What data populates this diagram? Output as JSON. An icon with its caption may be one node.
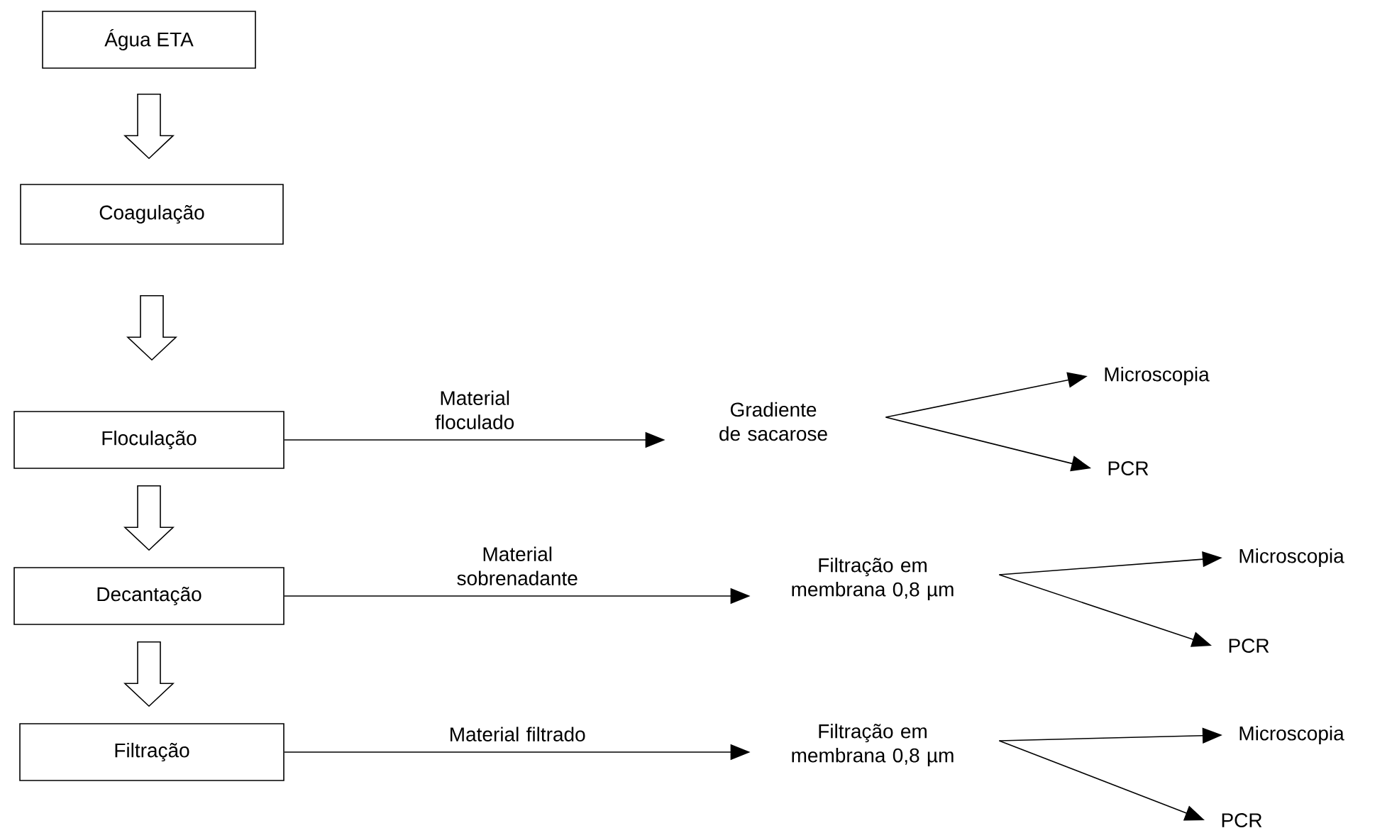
{
  "diagram": {
    "nodes": [
      {
        "text": [
          "Água ETA"
        ]
      },
      {
        "text": [
          "Coagulação"
        ]
      },
      {
        "text": [
          "Floculação"
        ]
      },
      {
        "text": [
          "Decantação"
        ]
      },
      {
        "text": [
          "Filtração"
        ]
      },
      {
        "text": [
          "Gradiente de sacarose"
        ]
      },
      {
        "text": [
          "Microscopia"
        ]
      },
      {
        "text": [
          "PCR"
        ]
      },
      {
        "text": [
          "Filtração em membrana 0,8 µm"
        ]
      },
      {
        "text": [
          "Microscopia"
        ]
      },
      {
        "text": [
          "PCR"
        ]
      },
      {
        "text": [
          "Filtração em membrana 0,8 µm"
        ]
      },
      {
        "text": [
          "Microscopia"
        ]
      },
      {
        "text": [
          "PCR"
        ]
      }
    ],
    "edges": [
      {
        "from": 0,
        "to": 1,
        "arrow": "to"
      },
      {
        "from": 1,
        "to": 2,
        "arrow": "to"
      },
      {
        "from": 2,
        "to": 3,
        "arrow": "to"
      },
      {
        "from": 3,
        "to": 4,
        "arrow": "to"
      },
      {
        "from": 2,
        "to": 5,
        "arrow": "to",
        "label": "Material floculado"
      },
      {
        "from": 5,
        "to": 6,
        "arrow": "to"
      },
      {
        "from": 5,
        "to": 7,
        "arrow": "to"
      },
      {
        "from": 3,
        "to": 8,
        "arrow": "to",
        "label": "Material sobrenadante"
      },
      {
        "from": 8,
        "to": 9,
        "arrow": "to"
      },
      {
        "from": 8,
        "to": 10,
        "arrow": "to"
      },
      {
        "from": 4,
        "to": 11,
        "arrow": "to",
        "label": "Material filtrado"
      },
      {
        "from": 11,
        "to": 12,
        "arrow": "to"
      },
      {
        "from": 11,
        "to": 13,
        "arrow": "to"
      }
    ]
  }
}
